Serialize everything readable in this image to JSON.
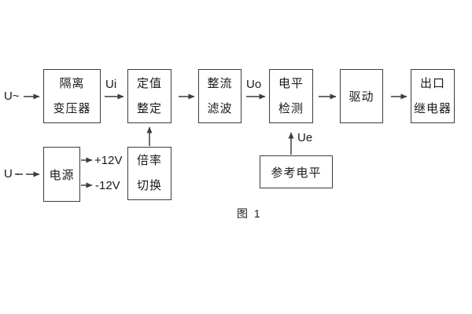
{
  "figure": {
    "caption": "图 1"
  },
  "diagram": {
    "inputs": {
      "ac_label": "U~",
      "dc_label": "U-"
    },
    "signal_labels": {
      "ui": "Ui",
      "uo": "Uo",
      "ue": "Ue"
    },
    "power_rails": {
      "positive": "+12V",
      "negative": "-12V"
    },
    "blocks": [
      {
        "name": "isolation-transformer",
        "lines": [
          "隔离",
          "变压器"
        ]
      },
      {
        "name": "setting-adjust",
        "lines": [
          "定值",
          "整定"
        ]
      },
      {
        "name": "rectify-filter",
        "lines": [
          "整流",
          "滤波"
        ]
      },
      {
        "name": "level-detect",
        "lines": [
          "电平",
          "检测"
        ]
      },
      {
        "name": "drive",
        "lines": [
          "驱动"
        ]
      },
      {
        "name": "output-relay",
        "lines": [
          "出口",
          "继电器"
        ]
      },
      {
        "name": "power-supply",
        "lines": [
          "电源"
        ]
      },
      {
        "name": "ratio-switch",
        "lines": [
          "倍率",
          "切换"
        ]
      },
      {
        "name": "reference-level",
        "lines": [
          "参考电平"
        ]
      }
    ],
    "colors": {
      "line": "#3d3d3d",
      "text": "#1a1a1a",
      "background": "#ffffff"
    }
  }
}
